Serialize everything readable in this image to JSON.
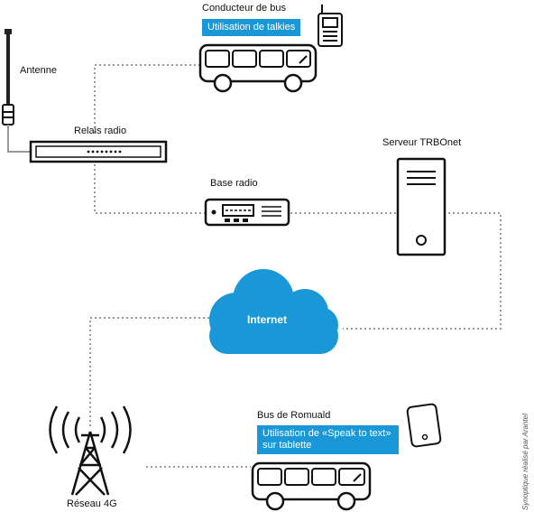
{
  "labels": {
    "antenna": "Antenne",
    "driver": "Conducteur de bus",
    "relay": "Relais radio",
    "base_radio": "Base radio",
    "server": "Serveur TRBOnet",
    "internet": "Internet",
    "bus_romuald": "Bus de Romuald",
    "network_4g": "Réseau 4G"
  },
  "callouts": {
    "talkies": "Utilisation de  talkies",
    "speak_line1": "Utilisation de «Speak to text»",
    "speak_line2": "sur tablette"
  },
  "credit": "Synoptique réalisé par Arantel",
  "colors": {
    "accent_blue": "#1a97d6",
    "cloud_blue": "#1a97d6",
    "line_gray": "#9a9a9a",
    "stroke_black": "#111111"
  }
}
